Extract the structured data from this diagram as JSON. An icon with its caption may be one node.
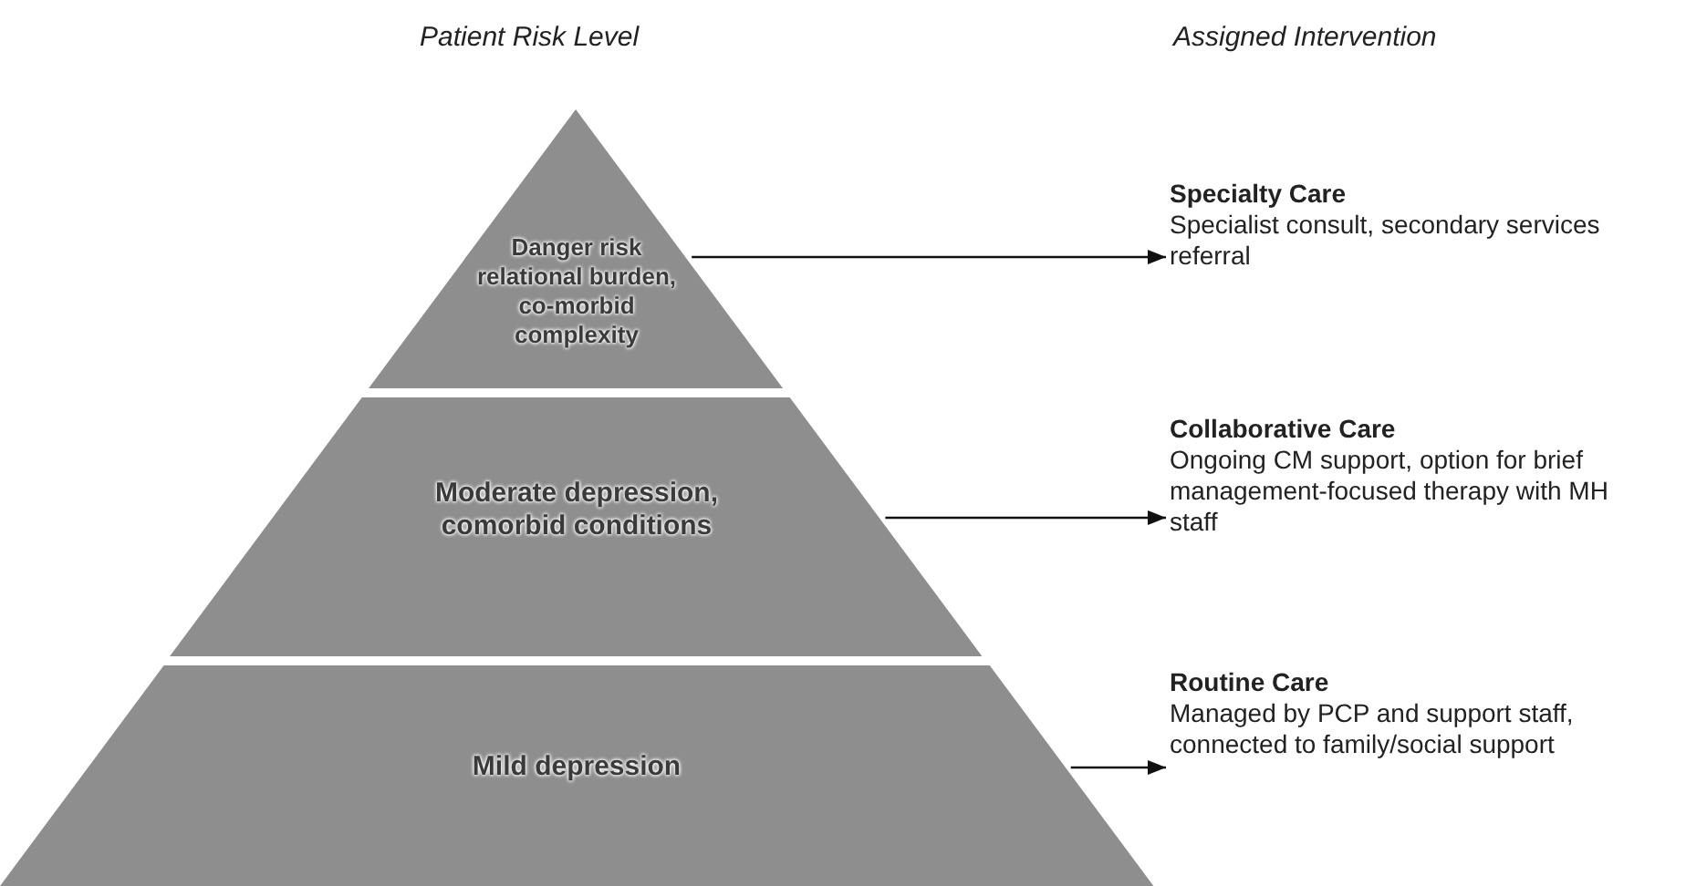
{
  "diagram": {
    "nodes": [
      {
        "text": [
          "Danger risk relational burden, co-morbid complexity"
        ]
      },
      {
        "text": [
          "Moderate depression, comorbid conditions"
        ]
      },
      {
        "text": [
          "Mild depression"
        ]
      },
      {
        "text": [
          "Specialty Care",
          "Specialist consult, secondary services referral"
        ]
      },
      {
        "text": [
          "Collaborative Care",
          "Ongoing CM support, option for brief management-focused therapy with MH staff"
        ]
      },
      {
        "text": [
          "Routine Care",
          "Managed by PCP and support staff, connected to family/social support"
        ]
      }
    ],
    "edges": [
      {
        "from": 0,
        "to": 3,
        "arrow": "to"
      },
      {
        "from": 1,
        "to": 4,
        "arrow": "to"
      },
      {
        "from": 2,
        "to": 5,
        "arrow": "to"
      }
    ],
    "labels": [
      "Patient Risk Level",
      "Assigned Intervention"
    ]
  }
}
